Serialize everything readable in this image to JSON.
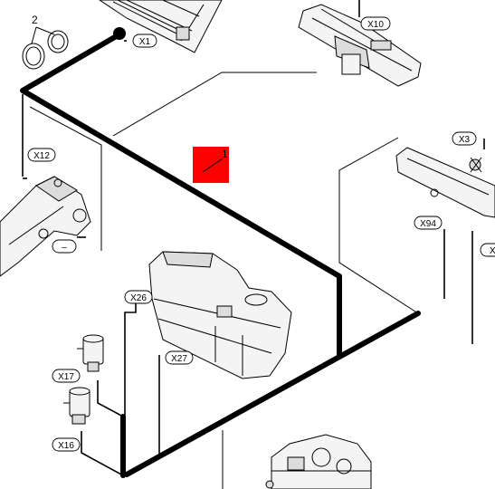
{
  "colors": {
    "highlight": "#ff0000",
    "line": "#000000",
    "background": "#ffffff"
  },
  "callouts": {
    "item_1": "1",
    "item_2": "2"
  },
  "connector_labels": {
    "x1": "X1",
    "x10": "X10",
    "x12": "X12",
    "minus": "–",
    "x3": "X3",
    "x94": "X94",
    "x_partial": "X",
    "x26": "X26",
    "x27": "X27",
    "x17": "X17",
    "x16": "X16"
  }
}
